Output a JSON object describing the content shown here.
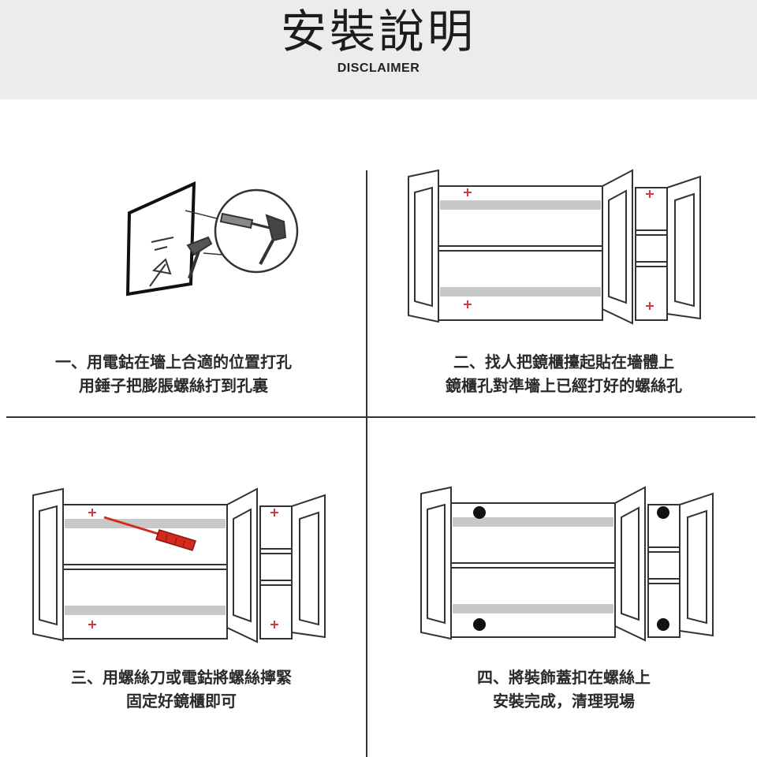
{
  "header": {
    "title": "安裝說明",
    "subtitle": "DISCLAIMER"
  },
  "steps": [
    {
      "line1": "一、用電鈷在墻上合適的位置打孔",
      "line2": "用錘子把膨脹螺絲打到孔裏"
    },
    {
      "line1": "二、找人把鏡櫃擡起貼在墻體上",
      "line2": "鏡櫃孔對準墻上已經打好的螺絲孔"
    },
    {
      "line1": "三、用螺絲刀或電鈷將螺絲擰緊",
      "line2": "固定好鏡櫃即可"
    },
    {
      "line1": "四、將裝飾蓋扣在螺絲上",
      "line2": "安裝完成，清理現場"
    }
  ],
  "colors": {
    "header_bg": "#ececec",
    "line": "#333333",
    "rail_gray": "#c8c8c8",
    "marker_red": "#d23a3a",
    "screwdriver_red": "#d42a1e",
    "cap_black": "#111111"
  }
}
